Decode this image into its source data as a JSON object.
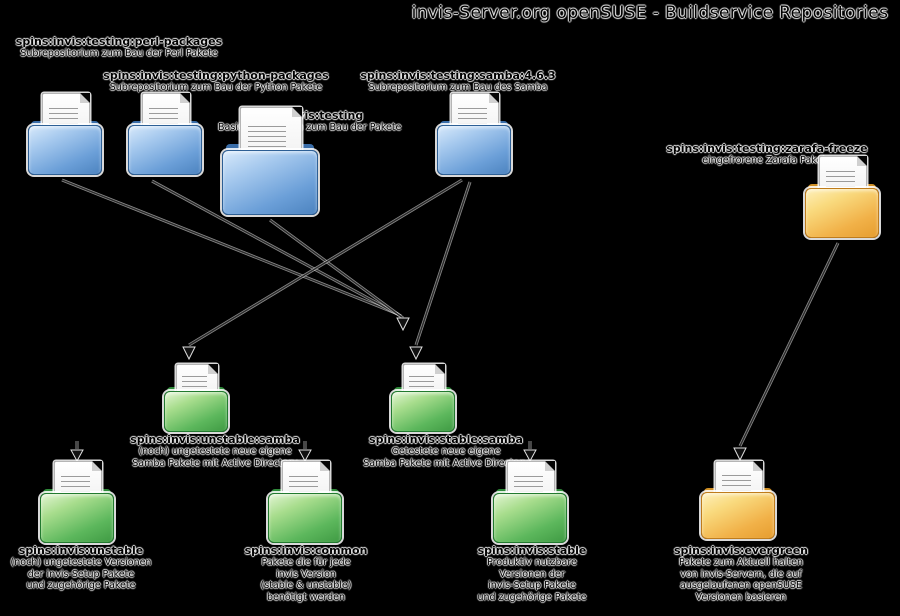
{
  "title": "invis-Server.org openSUSE - Buildservice Repositories",
  "colors": {
    "background": "#000000",
    "testing_repo_blue": "#5b93cf",
    "release_repo_green": "#4fae4f",
    "special_repo_yellow": "#eeac3d"
  },
  "repos": [
    {
      "id": "testing-perl-packages",
      "name": "spins:invis:testing:perl-packages",
      "desc": [
        "Subrepositorium zum Bau der Perl Pakete"
      ],
      "type": "testing"
    },
    {
      "id": "testing-python-packages",
      "name": "spins:invis:testing:python-packages",
      "desc": [
        "Subrepositorium zum Bau der Python Pakete"
      ],
      "type": "testing"
    },
    {
      "id": "testing-samba",
      "name": "spins:invis:testing:samba:4.6.3",
      "desc": [
        "Subrepositorium zum Bau des Samba"
      ],
      "type": "testing"
    },
    {
      "id": "testing",
      "name": "spins:invis:testing",
      "desc": [
        "Basisrepositorium zum Bau der Pakete"
      ],
      "type": "testing"
    },
    {
      "id": "testing-zarafa-freeze",
      "name": "spins:invis:testing:zarafa-freeze",
      "desc": [
        "eingefrorene Zarafa Pakete"
      ],
      "type": "special"
    },
    {
      "id": "unstable-samba",
      "name": "spins:invis:unstable:samba",
      "desc": [
        "(noch) ungetestete neue eigene",
        "Samba Pakete mit Active Directory"
      ],
      "type": "release"
    },
    {
      "id": "stable-samba",
      "name": "spins:invis:stable:samba",
      "desc": [
        "Getestete neue eigene",
        "Samba Pakete mit Active Directory"
      ],
      "type": "release"
    },
    {
      "id": "unstable",
      "name": "spins:invis:unstable",
      "desc": [
        "(noch) ungetestete Versionen",
        "der invis-Setup Pakete",
        "und zugehörige Pakete"
      ],
      "type": "release"
    },
    {
      "id": "common",
      "name": "spins:invis:common",
      "desc": [
        "Pakete die für jede",
        "invis Version",
        "(stable & unstable)",
        "benötigt werden"
      ],
      "type": "release"
    },
    {
      "id": "stable",
      "name": "spins:invis:stable",
      "desc": [
        "Produktiv nutzbare",
        "Versionen der",
        "invis-Setup Pakete",
        "und zugehörige Pakete"
      ],
      "type": "release"
    },
    {
      "id": "evergreen",
      "name": "spins:invis:evergreen",
      "desc": [
        "Pakete zum Aktuell halten",
        "von invis-Servern, die auf",
        "ausgelaufenen openSUSE",
        "Versionen basieren"
      ],
      "type": "special"
    }
  ],
  "edges": [
    {
      "from": "spins:invis:testing:perl-packages",
      "to": "spins:invis:stable:samba"
    },
    {
      "from": "spins:invis:testing:python-packages",
      "to": "spins:invis:stable:samba"
    },
    {
      "from": "spins:invis:testing",
      "to": "spins:invis:stable:samba"
    },
    {
      "from": "spins:invis:testing:samba:4.6.3",
      "to": "spins:invis:unstable:samba"
    },
    {
      "from": "spins:invis:testing:samba:4.6.3",
      "to": "spins:invis:stable:samba"
    },
    {
      "from": "spins:invis:testing:zarafa-freeze",
      "to": "spins:invis:evergreen"
    },
    {
      "from": "",
      "to": "spins:invis:unstable"
    },
    {
      "from": "",
      "to": "spins:invis:common"
    },
    {
      "from": "",
      "to": "spins:invis:stable"
    }
  ]
}
